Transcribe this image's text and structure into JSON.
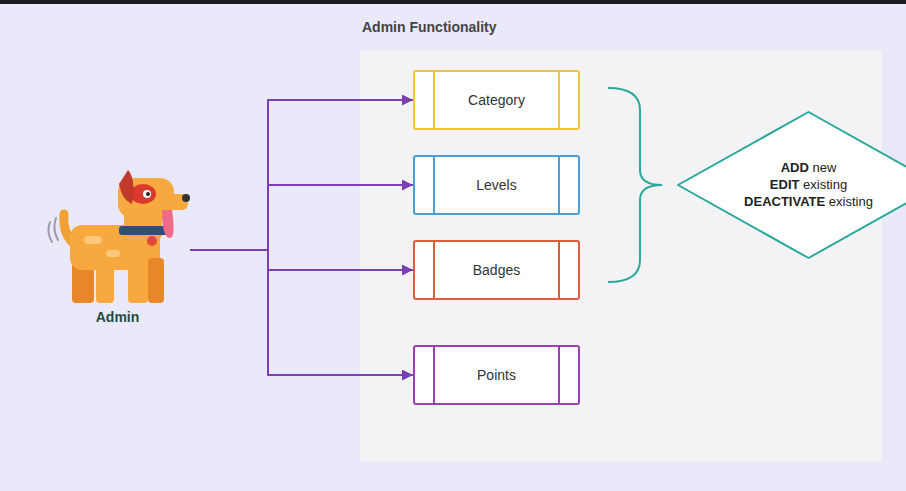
{
  "diagram": {
    "nodes": [
      {
        "text": [
          "Admin"
        ]
      },
      {
        "text": [
          "Admin Functionality"
        ]
      },
      {
        "text": [
          "Category"
        ],
        "in": 1
      },
      {
        "text": [
          "Levels"
        ],
        "in": 1
      },
      {
        "text": [
          "Badges"
        ],
        "in": 1
      },
      {
        "text": [
          "Points"
        ],
        "in": 1
      },
      {
        "text": [
          "ADD new",
          "EDIT existing",
          "DEACTIVATE existing"
        ],
        "in": 1
      }
    ],
    "edges": [
      {
        "from": 0,
        "to": 2,
        "arrow": "to"
      },
      {
        "from": 0,
        "to": 3,
        "arrow": "to"
      },
      {
        "from": 0,
        "to": 4,
        "arrow": "to"
      },
      {
        "from": 0,
        "to": 5,
        "arrow": "to"
      }
    ]
  }
}
